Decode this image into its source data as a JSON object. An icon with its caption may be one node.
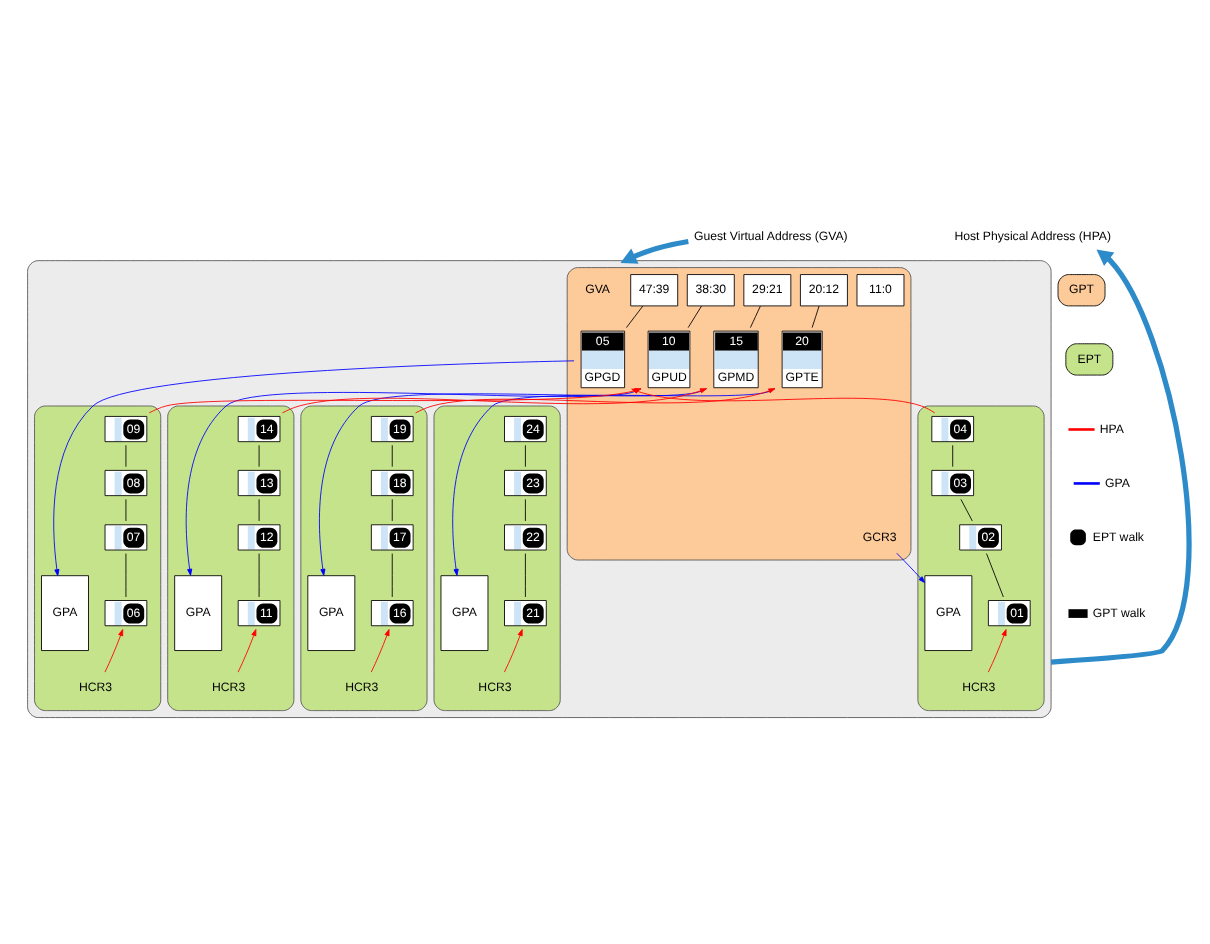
{
  "diagram": {
    "nodes": [
      {
        "text": [
          "Guest Virtual Address (GVA)"
        ]
      },
      {
        "text": [],
        "shape": "box"
      },
      {
        "text": [],
        "shape": "box",
        "in": 1
      },
      {
        "text": [
          "GVA"
        ],
        "in": 2
      },
      {
        "text": [
          "47:39"
        ],
        "in": 2
      },
      {
        "text": [
          "38:30"
        ],
        "in": 2
      },
      {
        "text": [
          "29:21"
        ],
        "in": 2
      },
      {
        "text": [
          "20:12"
        ],
        "in": 2
      },
      {
        "text": [
          "11:0"
        ],
        "in": 2
      },
      {
        "text": [
          "GCR3"
        ],
        "in": 2
      },
      {
        "text": [
          "05",
          "GPGD"
        ],
        "in": 2
      },
      {
        "text": [
          "10",
          "GPUD"
        ],
        "in": 2
      },
      {
        "text": [
          "15",
          "GPMD"
        ],
        "in": 2
      },
      {
        "text": [
          "20",
          "GPTE"
        ],
        "in": 2
      },
      {
        "text": [],
        "shape": "box",
        "in": 1
      },
      {
        "text": [
          "GPA"
        ],
        "in": 14
      },
      {
        "text": [
          "04"
        ],
        "in": 14
      },
      {
        "text": [
          "03"
        ],
        "in": 14
      },
      {
        "text": [
          "02"
        ],
        "in": 14
      },
      {
        "text": [
          "01"
        ],
        "in": 14
      },
      {
        "text": [
          "HCR3"
        ],
        "in": 14
      },
      {
        "text": [],
        "shape": "box",
        "in": 1
      },
      {
        "text": [
          "GPA"
        ],
        "in": 21
      },
      {
        "text": [
          "09"
        ],
        "in": 21
      },
      {
        "text": [
          "08"
        ],
        "in": 21
      },
      {
        "text": [
          "07"
        ],
        "in": 21
      },
      {
        "text": [
          "06"
        ],
        "in": 21
      },
      {
        "text": [
          "HCR3"
        ],
        "in": 21
      },
      {
        "text": [],
        "shape": "box",
        "in": 1
      },
      {
        "text": [
          "GPA"
        ],
        "in": 28
      },
      {
        "text": [
          "14"
        ],
        "in": 28
      },
      {
        "text": [
          "13"
        ],
        "in": 28
      },
      {
        "text": [
          "12"
        ],
        "in": 28
      },
      {
        "text": [
          "11"
        ],
        "in": 28
      },
      {
        "text": [
          "HCR3"
        ],
        "in": 28
      },
      {
        "text": [],
        "shape": "box",
        "in": 1
      },
      {
        "text": [
          "GPA"
        ],
        "in": 35
      },
      {
        "text": [
          "19"
        ],
        "in": 35
      },
      {
        "text": [
          "18"
        ],
        "in": 35
      },
      {
        "text": [
          "17"
        ],
        "in": 35
      },
      {
        "text": [
          "16"
        ],
        "in": 35
      },
      {
        "text": [
          "HCR3"
        ],
        "in": 35
      },
      {
        "text": [],
        "shape": "box",
        "in": 1
      },
      {
        "text": [
          "GPA"
        ],
        "in": 42
      },
      {
        "text": [
          "24"
        ],
        "in": 42
      },
      {
        "text": [
          "23"
        ],
        "in": 42
      },
      {
        "text": [
          "22"
        ],
        "in": 42
      },
      {
        "text": [
          "21"
        ],
        "in": 42
      },
      {
        "text": [
          "HCR3"
        ],
        "in": 42
      },
      {
        "text": [
          "Host Physical Address (HPA)"
        ]
      }
    ],
    "edges": [
      {
        "from": 0,
        "to": 1,
        "arrow": "to",
        "style": "thick",
        "color": "#2e8bc9"
      },
      {
        "from": 1,
        "to": 49,
        "arrow": "to",
        "style": "thick",
        "color": "#2e8bc9"
      },
      {
        "from": 4,
        "to": 10,
        "arrow": "none"
      },
      {
        "from": 5,
        "to": 11,
        "arrow": "none"
      },
      {
        "from": 6,
        "to": 12,
        "arrow": "none"
      },
      {
        "from": 7,
        "to": 13,
        "arrow": "none"
      },
      {
        "from": 9,
        "to": 15,
        "arrow": "to",
        "color": "#0000ff"
      },
      {
        "from": 10,
        "to": 22,
        "arrow": "to",
        "color": "#0000ff"
      },
      {
        "from": 11,
        "to": 29,
        "arrow": "to",
        "color": "#0000ff"
      },
      {
        "from": 12,
        "to": 36,
        "arrow": "to",
        "color": "#0000ff"
      },
      {
        "from": 13,
        "to": 43,
        "arrow": "to",
        "color": "#0000ff"
      },
      {
        "from": 16,
        "to": 10,
        "arrow": "to",
        "color": "#ff0000"
      },
      {
        "from": 23,
        "to": 11,
        "arrow": "to",
        "color": "#ff0000"
      },
      {
        "from": 30,
        "to": 12,
        "arrow": "to",
        "color": "#ff0000"
      },
      {
        "from": 37,
        "to": 13,
        "arrow": "to",
        "color": "#ff0000"
      },
      {
        "from": 20,
        "to": 19,
        "arrow": "to",
        "color": "#ff0000"
      },
      {
        "from": 27,
        "to": 26,
        "arrow": "to",
        "color": "#ff0000"
      },
      {
        "from": 34,
        "to": 33,
        "arrow": "to",
        "color": "#ff0000"
      },
      {
        "from": 41,
        "to": 40,
        "arrow": "to",
        "color": "#ff0000"
      },
      {
        "from": 48,
        "to": 47,
        "arrow": "to",
        "color": "#ff0000"
      },
      {
        "from": 16,
        "to": 17,
        "arrow": "none"
      },
      {
        "from": 17,
        "to": 18,
        "arrow": "none"
      },
      {
        "from": 18,
        "to": 19,
        "arrow": "none"
      },
      {
        "from": 23,
        "to": 24,
        "arrow": "none"
      },
      {
        "from": 24,
        "to": 25,
        "arrow": "none"
      },
      {
        "from": 25,
        "to": 26,
        "arrow": "none"
      },
      {
        "from": 30,
        "to": 31,
        "arrow": "none"
      },
      {
        "from": 31,
        "to": 32,
        "arrow": "none"
      },
      {
        "from": 32,
        "to": 33,
        "arrow": "none"
      },
      {
        "from": 37,
        "to": 38,
        "arrow": "none"
      },
      {
        "from": 38,
        "to": 39,
        "arrow": "none"
      },
      {
        "from": 39,
        "to": 40,
        "arrow": "none"
      },
      {
        "from": 44,
        "to": 45,
        "arrow": "none"
      },
      {
        "from": 45,
        "to": 46,
        "arrow": "none"
      },
      {
        "from": 46,
        "to": 47,
        "arrow": "none"
      }
    ],
    "legend": [
      {
        "text": "GPT",
        "color": "#fdca9a"
      },
      {
        "text": "EPT",
        "color": "#c5e38b"
      },
      {
        "text": "HPA"
      },
      {
        "text": "GPA"
      },
      {
        "text": "EPT walk"
      },
      {
        "text": "GPT walk"
      }
    ]
  }
}
